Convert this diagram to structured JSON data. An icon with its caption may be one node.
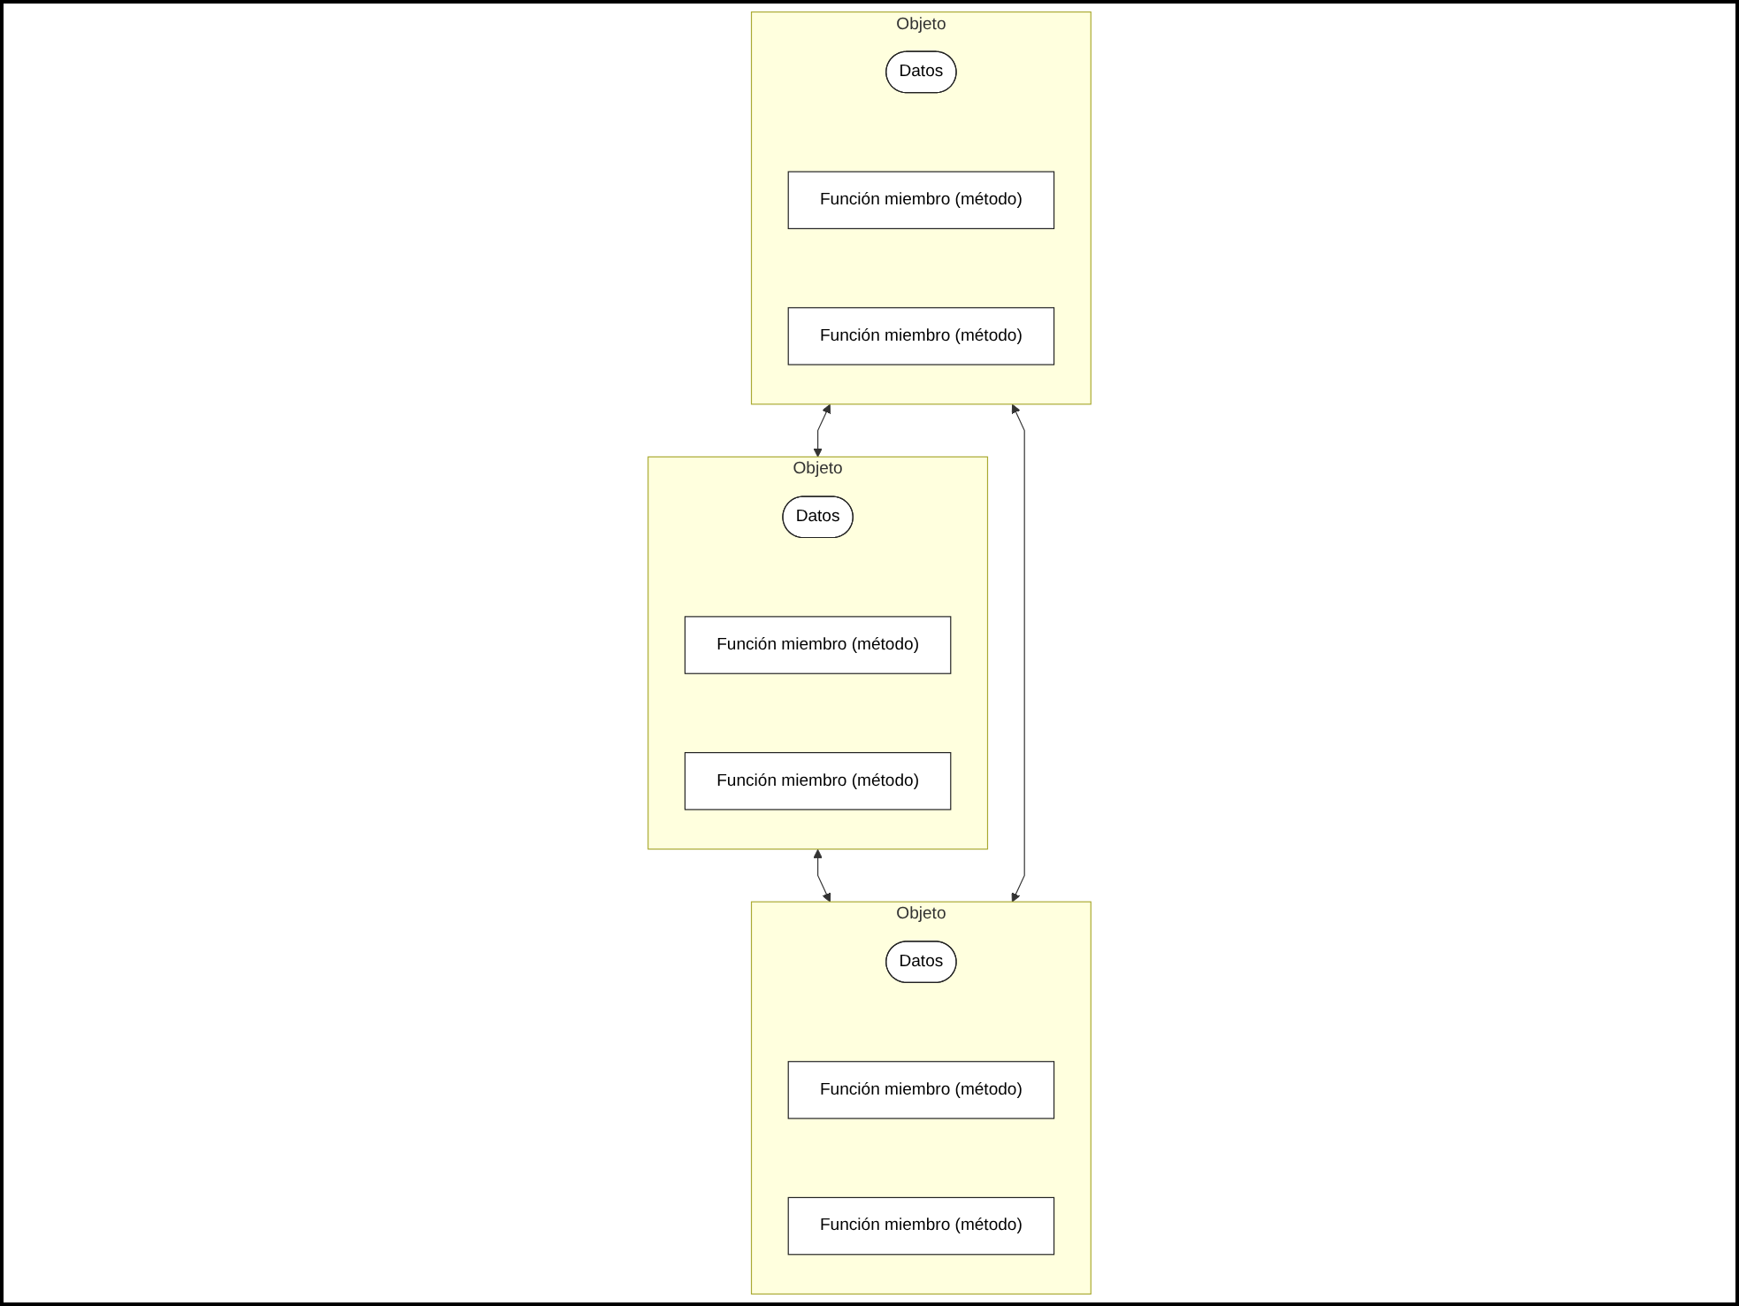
{
  "diagram": {
    "nodes": [
      {
        "text": [
          "Objeto"
        ]
      },
      {
        "text": [
          "Datos"
        ],
        "in": 0
      },
      {
        "text": [
          "Función miembro (método)"
        ],
        "in": 0
      },
      {
        "text": [
          "Función miembro (método)"
        ],
        "in": 0
      },
      {
        "text": [
          "Objeto"
        ]
      },
      {
        "text": [
          "Datos"
        ],
        "in": 4
      },
      {
        "text": [
          "Función miembro (método)"
        ],
        "in": 4
      },
      {
        "text": [
          "Función miembro (método)"
        ],
        "in": 4
      },
      {
        "text": [
          "Objeto"
        ]
      },
      {
        "text": [
          "Datos"
        ],
        "in": 8
      },
      {
        "text": [
          "Función miembro (método)"
        ],
        "in": 8
      },
      {
        "text": [
          "Función miembro (método)"
        ],
        "in": 8
      }
    ],
    "edges": [
      {
        "from": 4,
        "to": 0,
        "arrow": "both"
      },
      {
        "from": 0,
        "to": 8,
        "arrow": "both"
      },
      {
        "from": 4,
        "to": 8,
        "arrow": "both"
      }
    ]
  }
}
